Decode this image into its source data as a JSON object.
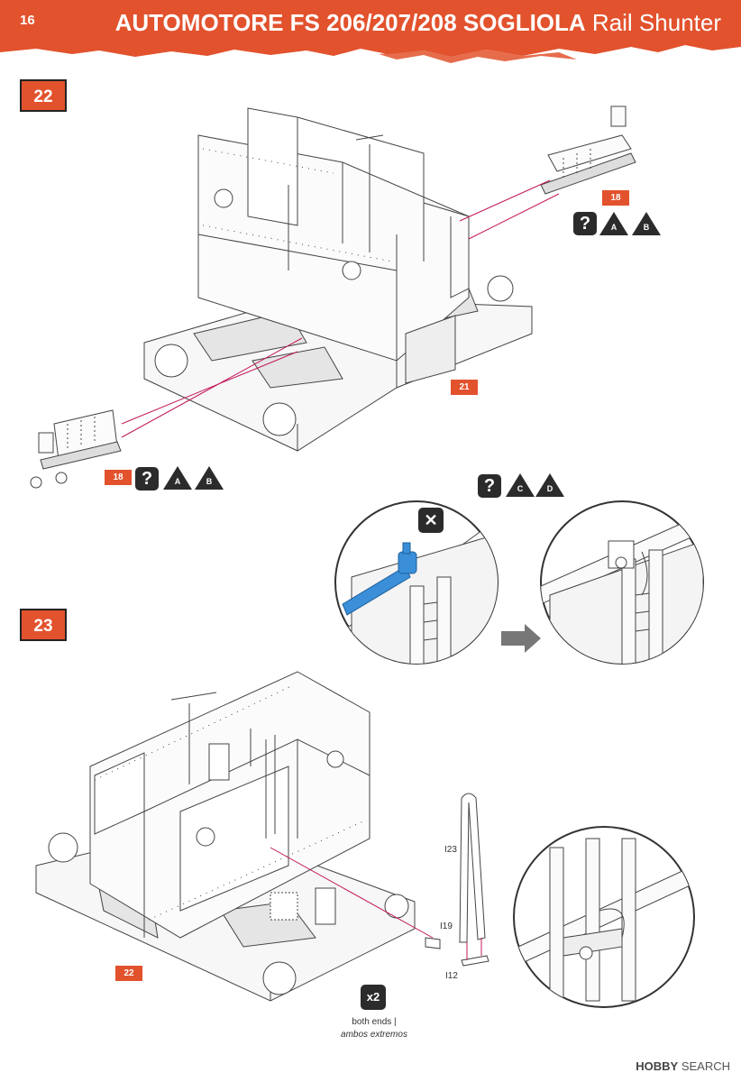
{
  "header": {
    "page_number": "16",
    "title_bold": "AUTOMOTORE FS 206/207/208 SOGLIOLA",
    "title_light": "Rail Shunter",
    "accent_color": "#e2522d"
  },
  "step22": {
    "number": "22",
    "tags": {
      "top_right": "18",
      "bottom_left": "18",
      "base": "21"
    },
    "markers_top": {
      "q": "?",
      "a": "A",
      "b": "B"
    },
    "markers_bottom": {
      "q": "?",
      "a": "A",
      "b": "B"
    }
  },
  "detail": {
    "markers": {
      "q": "?",
      "c": "C",
      "d": "D"
    },
    "wrong_icon": "close-icon",
    "arrow_icon": "arrow-right-icon",
    "highlight_color": "#3a8fd8"
  },
  "step23": {
    "number": "23",
    "tag_base": "22",
    "parts": {
      "i23": "I23",
      "i19": "I19",
      "i12": "I12"
    },
    "multiplier": "x2",
    "note_en": "both ends |",
    "note_es": "ambos extremos"
  },
  "footer": {
    "brand_a": "H",
    "brand_b": "BBY",
    "brand_c": "SEARCH",
    "brand_prefix": "O"
  }
}
